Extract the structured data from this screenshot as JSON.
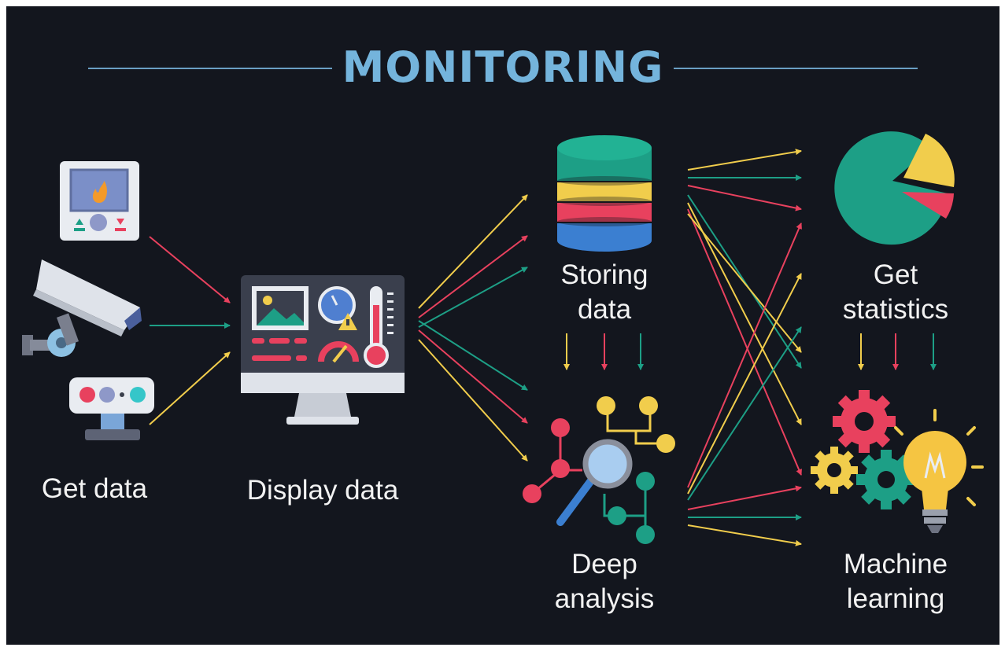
{
  "title": "MONITORING",
  "labels": {
    "get_data": "Get data",
    "display_data": "Display data",
    "storing_data_1": "Storing",
    "storing_data_2": "data",
    "deep_analysis_1": "Deep",
    "deep_analysis_2": "analysis",
    "get_statistics_1": "Get",
    "get_statistics_2": "statistics",
    "machine_learning_1": "Machine",
    "machine_learning_2": "learning"
  },
  "colors": {
    "background": "#13161e",
    "title": "#74b4dc",
    "red": "#e8415e",
    "green": "#1d9f86",
    "yellow": "#f1cd4c",
    "blue": "#3b7fd1"
  }
}
